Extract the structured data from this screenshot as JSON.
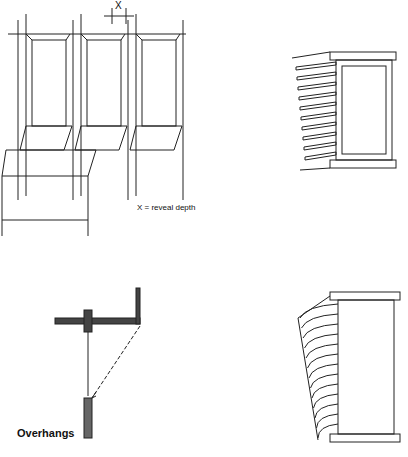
{
  "diagram": {
    "labels": [
      "X",
      "X = reveal depth",
      "Overhangs"
    ]
  }
}
